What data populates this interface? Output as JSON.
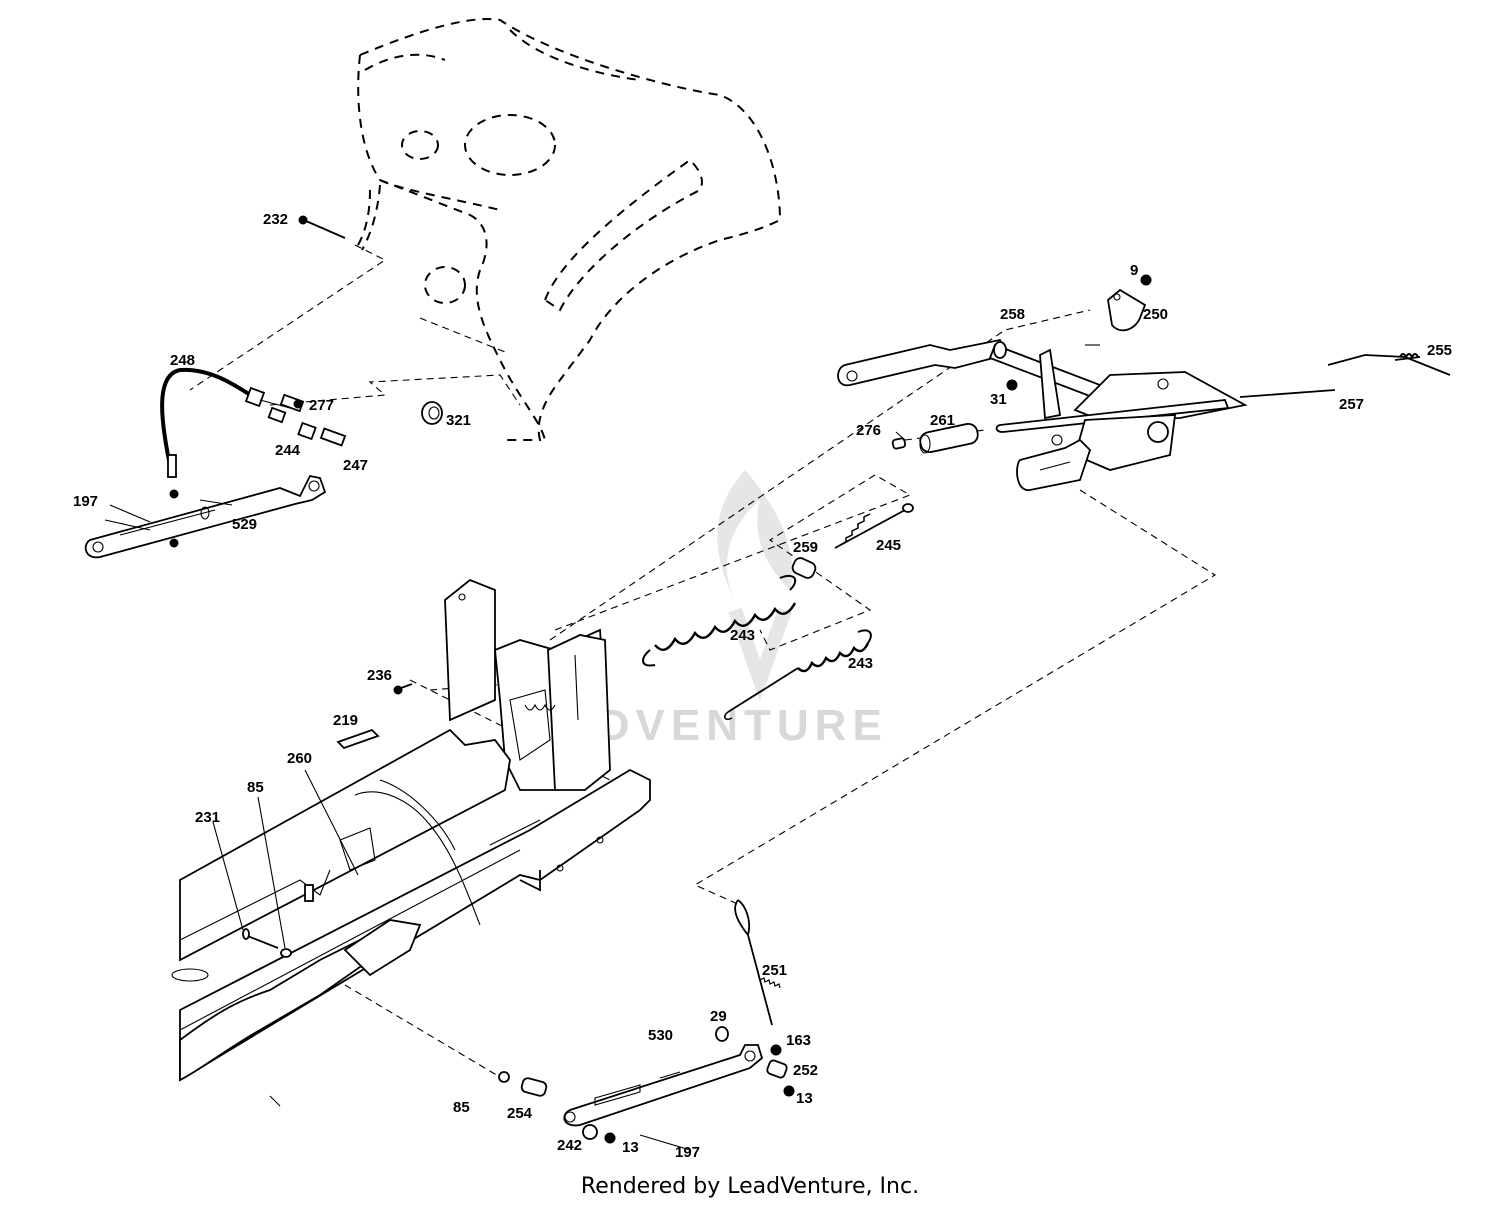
{
  "diagram": {
    "watermark": "ADVENTURE",
    "credit": "Rendered by LeadVenture, Inc.",
    "callouts": [
      {
        "id": "232",
        "text": "232"
      },
      {
        "id": "248",
        "text": "248"
      },
      {
        "id": "277",
        "text": "277"
      },
      {
        "id": "244",
        "text": "244"
      },
      {
        "id": "247",
        "text": "247"
      },
      {
        "id": "321",
        "text": "321"
      },
      {
        "id": "197a",
        "text": "197"
      },
      {
        "id": "529",
        "text": "529"
      },
      {
        "id": "9",
        "text": "9"
      },
      {
        "id": "250",
        "text": "250"
      },
      {
        "id": "258",
        "text": "258"
      },
      {
        "id": "255",
        "text": "255"
      },
      {
        "id": "31",
        "text": "31"
      },
      {
        "id": "257",
        "text": "257"
      },
      {
        "id": "276",
        "text": "276"
      },
      {
        "id": "261",
        "text": "261"
      },
      {
        "id": "259",
        "text": "259"
      },
      {
        "id": "245",
        "text": "245"
      },
      {
        "id": "243a",
        "text": "243"
      },
      {
        "id": "243b",
        "text": "243"
      },
      {
        "id": "236",
        "text": "236"
      },
      {
        "id": "219",
        "text": "219"
      },
      {
        "id": "260",
        "text": "260"
      },
      {
        "id": "85a",
        "text": "85"
      },
      {
        "id": "231",
        "text": "231"
      },
      {
        "id": "251",
        "text": "251"
      },
      {
        "id": "29",
        "text": "29"
      },
      {
        "id": "530",
        "text": "530"
      },
      {
        "id": "163",
        "text": "163"
      },
      {
        "id": "252",
        "text": "252"
      },
      {
        "id": "13a",
        "text": "13"
      },
      {
        "id": "85b",
        "text": "85"
      },
      {
        "id": "254",
        "text": "254"
      },
      {
        "id": "242",
        "text": "242"
      },
      {
        "id": "13b",
        "text": "13"
      },
      {
        "id": "197b",
        "text": "197"
      }
    ]
  }
}
